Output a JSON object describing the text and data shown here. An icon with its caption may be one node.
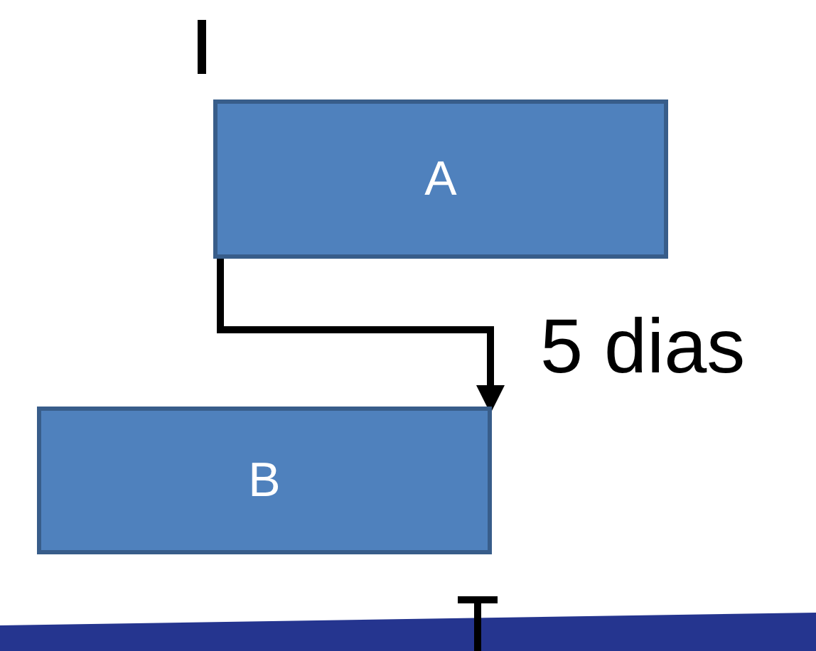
{
  "diagram": {
    "nodes": [
      {
        "text": [
          "A"
        ]
      },
      {
        "text": [
          "B"
        ]
      }
    ],
    "edges": [
      {
        "from": 0,
        "to": 1,
        "arrow": "to",
        "label": "5 dias"
      }
    ]
  }
}
